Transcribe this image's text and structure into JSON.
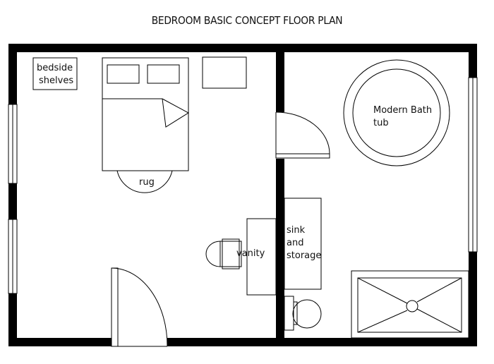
{
  "title": "BEDROOM BASIC CONCEPT FLOOR PLAN",
  "colors": {
    "wall": "#000000",
    "line": "#000000",
    "background": "#ffffff"
  },
  "rooms": [
    {
      "name": "bedroom",
      "items": [
        "bedside shelves",
        "bed",
        "nightstand",
        "rug",
        "vanity",
        "chair",
        "entry door",
        "windows"
      ]
    },
    {
      "name": "bathroom",
      "items": [
        "Modern Bath tub",
        "sink and storage",
        "toilet",
        "shower",
        "window",
        "door"
      ]
    }
  ],
  "labels": {
    "bedside_line1": "bedside",
    "bedside_line2": "shelves",
    "rug": "rug",
    "vanity": "vanity",
    "sink_line1": "sink",
    "sink_line2": "and",
    "sink_line3": "storage",
    "tub_line1": "Modern Bath",
    "tub_line2": "tub"
  }
}
